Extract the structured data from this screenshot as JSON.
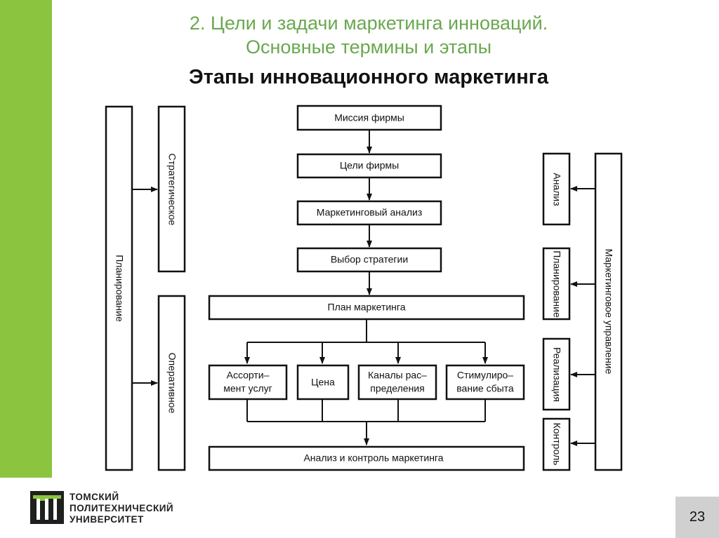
{
  "header": {
    "line1": "2. Цели и задачи маркетинга инноваций.",
    "line2": "Основные термины и этапы",
    "title": "Этапы инновационного маркетинга"
  },
  "diagram": {
    "left_outer": "Планирование",
    "left_strategic": "Стратегическое",
    "left_operative": "Оперативное",
    "main": {
      "mission": "Миссия фирмы",
      "goals": "Цели фирмы",
      "analysis": "Маркетинговый анализ",
      "strategy": "Выбор стратегии",
      "plan": "План маркетинга",
      "assort_1": "Ассорти–",
      "assort_2": "мент услуг",
      "price": "Цена",
      "channels_1": "Каналы рас–",
      "channels_2": "пределения",
      "promo_1": "Стимулиро–",
      "promo_2": "вание сбыта",
      "control": "Анализ и контроль маркетинга"
    },
    "right_outer": "Маркетинговое управление",
    "right_analysis": "Анализ",
    "right_planning": "Планирование",
    "right_realization": "Реализация",
    "right_control": "Контроль"
  },
  "footer": {
    "logo_line1": "ТОМСКИЙ",
    "logo_line2": "ПОЛИТЕХНИЧЕСКИЙ",
    "logo_line3": "УНИВЕРСИТЕТ",
    "page_number": "23"
  },
  "colors": {
    "accent_green": "#8bc53f",
    "title_green": "#6aa84f"
  }
}
